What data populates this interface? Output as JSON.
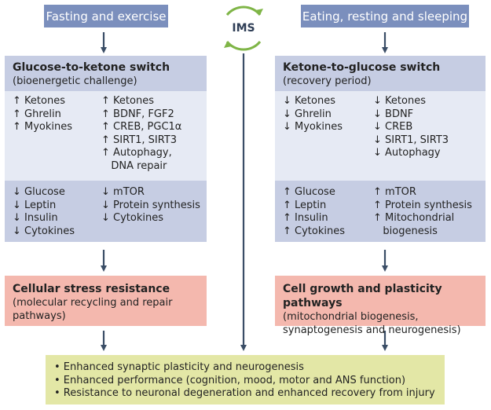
{
  "left": {
    "header": "Fasting and exercise",
    "switch_title": "Glucose-to-ketone switch",
    "switch_subtitle": "(bioenergetic challenge)",
    "upper_col1": [
      "↑ Ketones",
      "↑ Ghrelin",
      "↑ Myokines"
    ],
    "upper_col2": [
      "↑ Ketones",
      "↑ BDNF, FGF2",
      "↑ CREB, PGC1α",
      "↑ SIRT1, SIRT3",
      "↑ Autophagy,",
      "   DNA repair"
    ],
    "lower_col1": [
      "↓ Glucose",
      "↓ Leptin",
      "↓ Insulin",
      "↓ Cytokines"
    ],
    "lower_col2": [
      "↓ mTOR",
      "↓ Protein synthesis",
      "↓ Cytokines"
    ],
    "result_title": "Cellular stress resistance",
    "result_subtitle": "(molecular recycling and repair pathways)"
  },
  "center": {
    "cycle_label": "IMS"
  },
  "right": {
    "header": "Eating, resting and sleeping",
    "switch_title": "Ketone-to-glucose switch",
    "switch_subtitle": "(recovery period)",
    "upper_col1": [
      "↓ Ketones",
      "↓ Ghrelin",
      "↓ Myokines"
    ],
    "upper_col2": [
      "↓ Ketones",
      "↓ BDNF",
      "↓ CREB",
      "↓ SIRT1, SIRT3",
      "↓ Autophagy"
    ],
    "lower_col1": [
      "↑ Glucose",
      "↑ Leptin",
      "↑ Insulin",
      "↑ Cytokines"
    ],
    "lower_col2": [
      "↑ mTOR",
      "↑ Protein synthesis",
      "↑ Mitochondrial",
      "   biogenesis"
    ],
    "result_title": "Cell growth and plasticity pathways",
    "result_subtitle": "(mitochondrial biogenesis, synaptogenesis and neurogenesis)"
  },
  "outcomes": [
    "• Enhanced synaptic plasticity and neurogenesis",
    "• Enhanced performance (cognition, mood, motor and ANS function)",
    "• Resistance to neuronal degeneration and enhanced recovery from injury"
  ],
  "colors": {
    "header": "#7b8fbd",
    "title_band": "#c6cde3",
    "light_band": "#e6eaf4",
    "result_box": "#f4b8ae",
    "outcome_box": "#e3e7a6",
    "arrow": "#3a4d66",
    "cycle_arrow": "#7fb547"
  }
}
